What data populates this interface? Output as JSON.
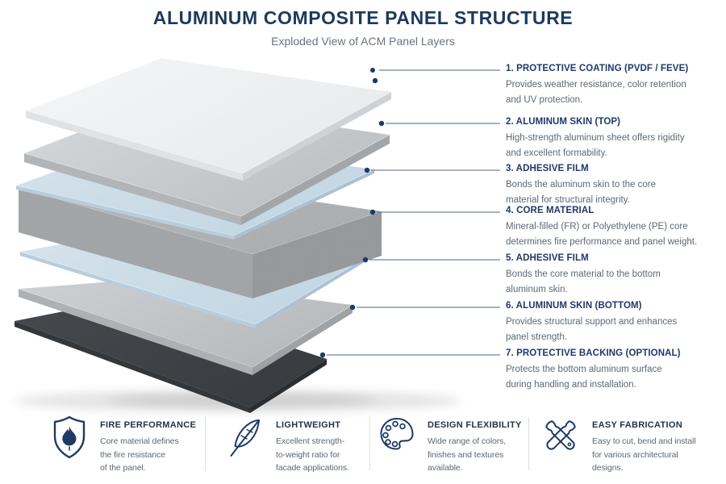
{
  "header": {
    "title": "ALUMINUM COMPOSITE PANEL STRUCTURE",
    "subtitle": "Exploded View of ACM Panel Layers"
  },
  "layers": [
    {
      "title": "1. PROTECTIVE COATING (PVDF / FEVE)",
      "desc": "Provides weather resistance, color retention\nand UV protection."
    },
    {
      "title": "2. ALUMINUM SKIN (TOP)",
      "desc": "High-strength aluminum sheet offers rigidity\nand excellent formability."
    },
    {
      "title": "3. ADHESIVE FILM",
      "desc": "Bonds the aluminum skin to the core\nmaterial for structural integrity."
    },
    {
      "title": "4. CORE MATERIAL",
      "desc": "Mineral-filled (FR) or Polyethylene (PE) core\ndetermines fire performance and panel weight."
    },
    {
      "title": "5. ADHESIVE FILM",
      "desc": "Bonds the core material to the bottom\naluminum skin."
    },
    {
      "title": "6. ALUMINUM SKIN (BOTTOM)",
      "desc": "Provides structural support and enhances\npanel strength."
    },
    {
      "title": "7. PROTECTIVE BACKING (OPTIONAL)",
      "desc": "Protects the bottom aluminum surface\nduring handling and installation."
    }
  ],
  "features": [
    {
      "icon": "shield-flame-icon",
      "title": "FIRE PERFORMANCE",
      "desc": "Core material defines\nthe fire resistance\nof the panel."
    },
    {
      "icon": "feather-icon",
      "title": "LIGHTWEIGHT",
      "desc": "Excellent strength-\nto-weight ratio for\nfacade applications."
    },
    {
      "icon": "palette-icon",
      "title": "DESIGN FLEXIBILITY",
      "desc": "Wide range of colors,\nfinishes and textures\navailable."
    },
    {
      "icon": "tools-icon",
      "title": "EASY FABRICATION",
      "desc": "Easy to cut, bend and install\nfor various architectural\ndesigns."
    }
  ],
  "colors": {
    "title_navy": "#1c3a5e",
    "heading_navy": "#20386b",
    "accent_navy": "#1e3a66",
    "text_gray": "#5d6873",
    "leader_line": "#4a6590",
    "divider": "#dcdfe2"
  },
  "diagram": {
    "layers": [
      {
        "layer": "protective-coating",
        "top": "#f5f6f7",
        "top2": "#e8eaec",
        "left": "#e0e2e4",
        "right": "#cfd2d4"
      },
      {
        "layer": "aluminum-skin-top",
        "top": "#d6d9db",
        "top2": "#bcc0c3",
        "left": "#b2b5b8",
        "right": "#a3a6a9"
      },
      {
        "layer": "adhesive-film-upper",
        "top": "#d6e3ec",
        "top2": "#c2d6e2",
        "left": "#b8cddc",
        "right": "#aac2d3"
      },
      {
        "layer": "core-material",
        "top": "#c8cacc",
        "top2": "#b8bbbd",
        "left": "#a9acae",
        "right": "#95989b",
        "speckle": true
      },
      {
        "layer": "adhesive-film-lower",
        "top": "#d6e3ec",
        "top2": "#c2d6e2",
        "left": "#b8cddc",
        "right": "#aac2d3"
      },
      {
        "layer": "aluminum-skin-bottom",
        "top": "#ced1d4",
        "top2": "#b7babd",
        "left": "#aeb1b4",
        "right": "#9fa2a5"
      },
      {
        "layer": "protective-backing",
        "top": "#46494d",
        "top2": "#393c40",
        "left": "#34373a",
        "right": "#2b2e31"
      }
    ],
    "leader_color": "#4a6590",
    "dot_color": "#1e3a66"
  }
}
